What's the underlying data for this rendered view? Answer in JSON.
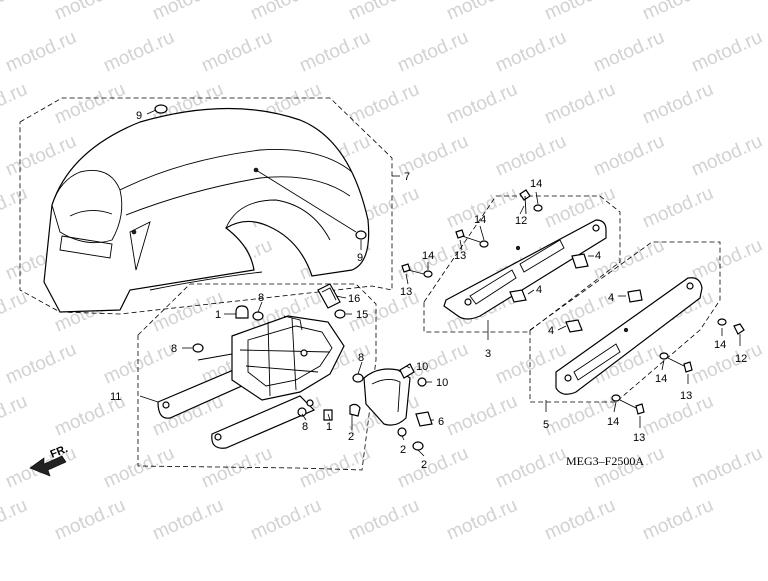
{
  "diagram": {
    "watermark": "motod.ru",
    "code": "MEG3–F2500A",
    "direction_label": "FR.",
    "labels": {
      "p1a": "1",
      "p1b": "1",
      "p2a": "2",
      "p2b": "2",
      "p2c": "2",
      "p3": "3",
      "p4a": "4",
      "p4b": "4",
      "p4c": "4",
      "p4d": "4",
      "p5": "5",
      "p6": "6",
      "p7": "7",
      "p8a": "8",
      "p8b": "8",
      "p8c": "8",
      "p8d": "8",
      "p9a": "9",
      "p9b": "9",
      "p10a": "10",
      "p10b": "10",
      "p11": "11",
      "p12a": "12",
      "p12b": "12",
      "p13a": "13",
      "p13b": "13",
      "p13c": "13",
      "p13d": "13",
      "p14a": "14",
      "p14b": "14",
      "p14c": "14",
      "p14d": "14",
      "p14e": "14",
      "p14f": "14",
      "p15": "15",
      "p16": "16"
    }
  }
}
